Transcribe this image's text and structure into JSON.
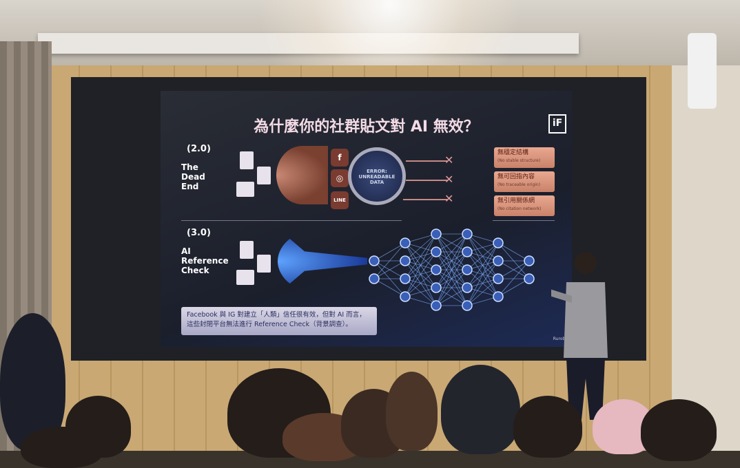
{
  "slide": {
    "title": "為什麼你的社群貼文對 AI 無效？",
    "logo": "iF",
    "section_old": {
      "version": "(2.0)",
      "label": "The Dead End"
    },
    "section_new": {
      "version": "(3.0)",
      "label": "AI Reference Check"
    },
    "social_icons": [
      "facebook-icon",
      "instagram-icon",
      "line-icon"
    ],
    "lens_text": "ERROR: UNREADABLE DATA",
    "tags": [
      {
        "zh": "無穩定結構",
        "en": "(No stable structure)"
      },
      {
        "zh": "無可回指內容",
        "en": "(No traceable origin)"
      },
      {
        "zh": "無引用關係網",
        "en": "(No citation network)"
      }
    ],
    "caption": "Facebook 與 IG 對建立「人類」信任很有效，但對 AI 而言，這些封閉平台無法進行 Reference Check（背景調查）。",
    "footer": "Rurobe"
  },
  "colors": {
    "title": "#f3dbe6",
    "copper": "#c98a75",
    "blue_accent": "#5fa3ff",
    "tag": "#e9a890"
  }
}
